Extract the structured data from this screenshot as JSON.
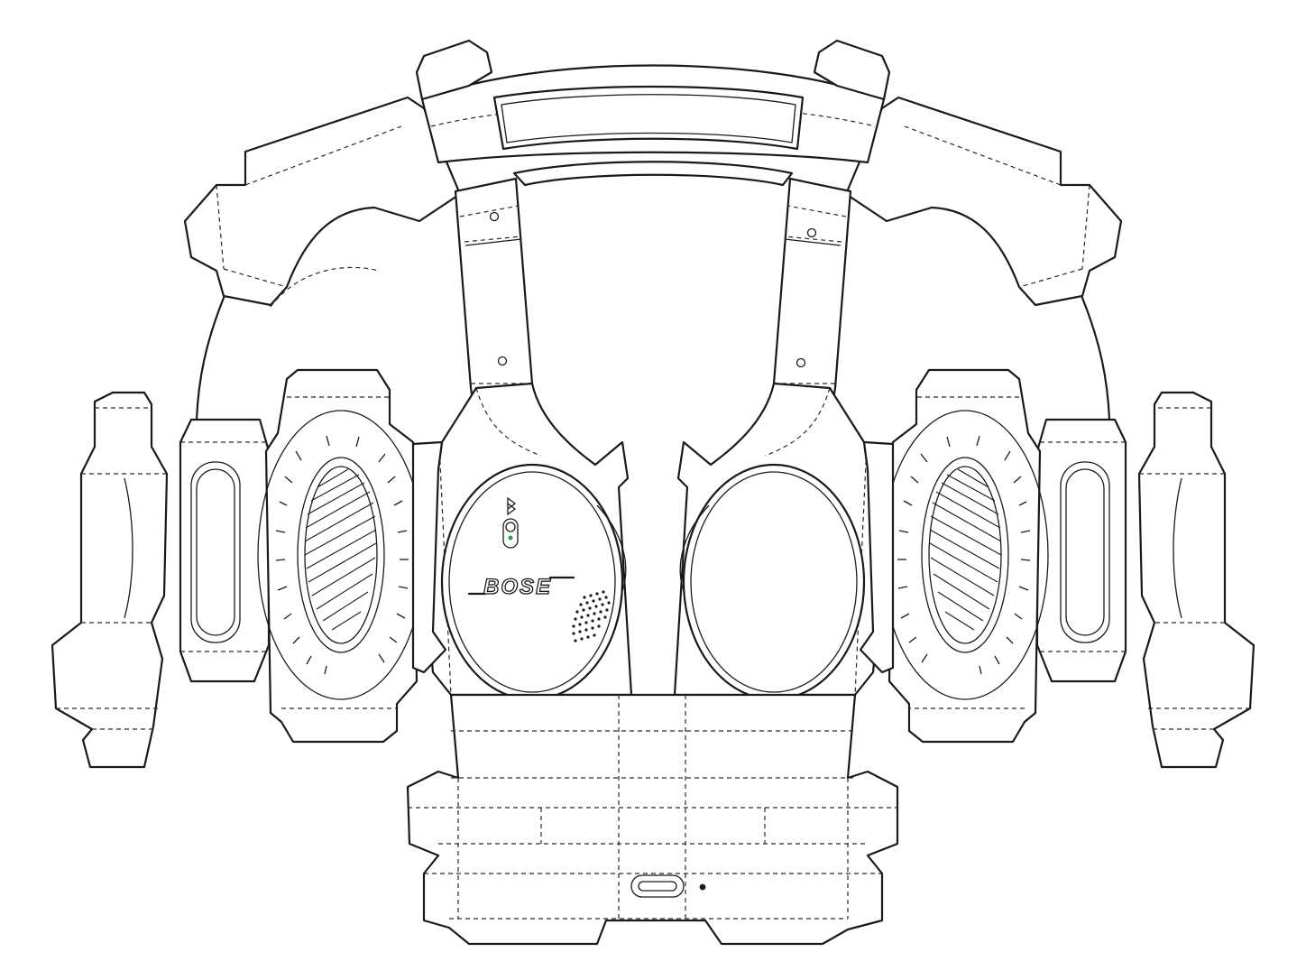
{
  "diagram": {
    "subject": "headphones-papercraft-template",
    "brand_logo_text": "BOSE",
    "components": [
      "headband-top",
      "left-slider-arm",
      "right-slider-arm",
      "left-earcup",
      "right-earcup",
      "left-ear-cushion",
      "right-ear-cushion",
      "left-side-cap",
      "right-side-cap",
      "left-outer-cap",
      "right-outer-cap",
      "bottom-box",
      "usb-c-port",
      "microphone-hole"
    ],
    "icons": [
      "bluetooth-icon",
      "power-switch-icon",
      "status-led-icon"
    ],
    "colors": {
      "line": "#1a1a1a",
      "led": "#2e9d4a",
      "paper": "#ffffff"
    }
  }
}
